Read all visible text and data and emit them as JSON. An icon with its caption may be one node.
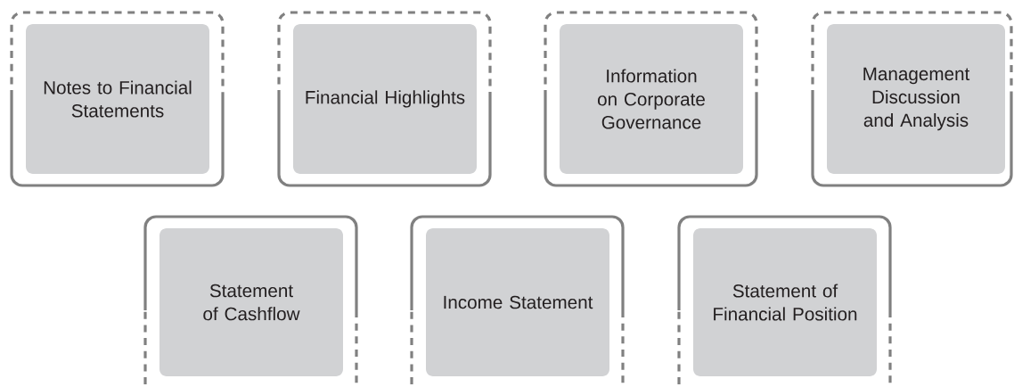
{
  "diagram": {
    "nodes": [
      {
        "text": [
          "Notes to Financial Statements"
        ]
      },
      {
        "text": [
          "Financial Highlights"
        ]
      },
      {
        "text": [
          "Information on Corporate Governance"
        ]
      },
      {
        "text": [
          "Management Discussion and Analysis"
        ]
      },
      {
        "text": [
          "Statement of Cashflow"
        ]
      },
      {
        "text": [
          "Income Statement"
        ]
      },
      {
        "text": [
          "Statement of Financial Position"
        ]
      }
    ]
  }
}
